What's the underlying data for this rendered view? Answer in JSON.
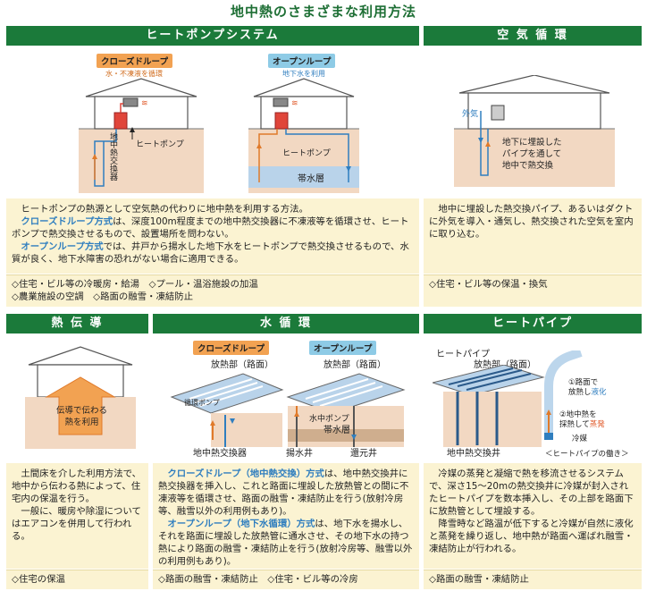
{
  "page": {
    "title": "地中熱のさまざまな利用方法"
  },
  "heat_pump": {
    "header": "ヒートポンプシステム",
    "closed_loop": {
      "tag": "クローズドループ",
      "sub": "水・不凍液を循環"
    },
    "open_loop": {
      "tag": "オープンループ",
      "sub": "地下水を利用"
    },
    "label_exchanger": "地中熱交換器",
    "label_heatpump": "ヒートポンプ",
    "label_heatpump2": "ヒートポンプ",
    "label_aquifer": "帯水層",
    "text_intro": "ヒートポンプの熱源として空気熱の代わりに地中熱を利用する方法。",
    "text_closed_hl": "クローズドループ方式",
    "text_closed": "は、深度100m程度までの地中熱交換器に不凍液等を循環させ、ヒートポンプで熱交換させるもので、設置場所を問わない。",
    "text_open_hl": "オープンループ方式",
    "text_open": "では、井戸から揚水した地下水をヒートポンプで熱交換させるもので、水質が良く、地下水障害の恐れがない場合に適用できる。",
    "uses_line1": "◇住宅・ビル等の冷暖房・給湯　◇プール・温浴施設の加温",
    "uses_line2": "◇農業施設の空調　◇路面の融雪・凍結防止"
  },
  "air_circulation": {
    "header": "空 気 循 環",
    "label_outside_air": "外気",
    "label_pipe": "地下に埋設した パイプを通して 地中で熱交換",
    "label_pipe_lines": [
      "地下に埋設した",
      "パイプを通して",
      "地中で熱交換"
    ],
    "text": "地中に埋設した熱交換パイプ、あるいはダクトに外気を導入・通気し、熱交換された空気を室内に取り込む。",
    "uses": "◇住宅・ビル等の保温・換気"
  },
  "conduction": {
    "header": "熱 伝 導",
    "label_lines": [
      "伝導で伝わる",
      "熱を利用"
    ],
    "text1": "土間床を介した利用方法で、地中から伝わる熱によって、住宅内の保温を行う。",
    "text2": "一般に、暖房や除湿についてはエアコンを併用して行われる。",
    "uses": "◇住宅の保温"
  },
  "water_circulation": {
    "header": "水 循 環",
    "closed_tag": "クローズドループ",
    "open_tag": "オープンループ",
    "label_radiator1": "放熱部（路面）",
    "label_radiator2": "放熱部（路面）",
    "label_pump": "循環ポンプ",
    "label_exchanger": "地中熱交換器",
    "label_water_pump": "水中ポンプ",
    "label_aquifer": "帯水層",
    "label_pumping_well": "揚水井",
    "label_return_well": "還元井",
    "text_closed_hl": "クローズドループ（地中熱交換）方式",
    "text_closed": "は、地中熱交換井に熱交換器を挿入し、これと路面に埋設した放熱管との間に不凍液等を循環させ、路面の融雪・凍結防止を行う(放射冷房等、融雪以外の利用例もあり)。",
    "text_open_hl": "オープンループ（地下水循環）方式",
    "text_open": "は、地下水を揚水し、それを路面に埋設した放熱管に通水させ、その地下水の持つ熱により路面の融雪・凍結防止を行う(放射冷房等、融雪以外の利用例もあり)。",
    "uses": "◇路面の融雪・凍結防止　◇住宅・ビル等の冷房"
  },
  "heat_pipe": {
    "header": "ヒートパイプ",
    "label_heatpipe": "ヒートパイプ",
    "label_radiator": "放熱部（路面）",
    "label_well": "地中熱交換井",
    "label_step1_a": "①路面で",
    "label_step1_b": "放熱し",
    "label_step1_c": "液化",
    "label_step2_a": "②地中熱を",
    "label_step2_b": "採熱して",
    "label_step2_c": "蒸発",
    "label_refrigerant": "冷媒",
    "label_caption": "＜ヒートパイプの働き＞",
    "text1": "冷媒の蒸発と凝縮で熱を移流させるシステムで、深さ15～20mの熱交換井に冷媒が封入されたヒートパイプを数本挿入し、その上部を路面下に放熱管として埋設する。",
    "text2": "降雪時など路温が低下すると冷媒が自然に液化と蒸発を繰り返し、地中熱が路面へ運ばれ融雪・凍結防止が行われる。",
    "uses": "◇路面の融雪・凍結防止"
  },
  "colors": {
    "header_green": "#1b7a3a",
    "text_bg": "#fbf3d2",
    "ground": "#f2d8c2",
    "aquifer": "#b9d3ea",
    "orange": "#f2a252",
    "blue": "#8ecbe6"
  }
}
